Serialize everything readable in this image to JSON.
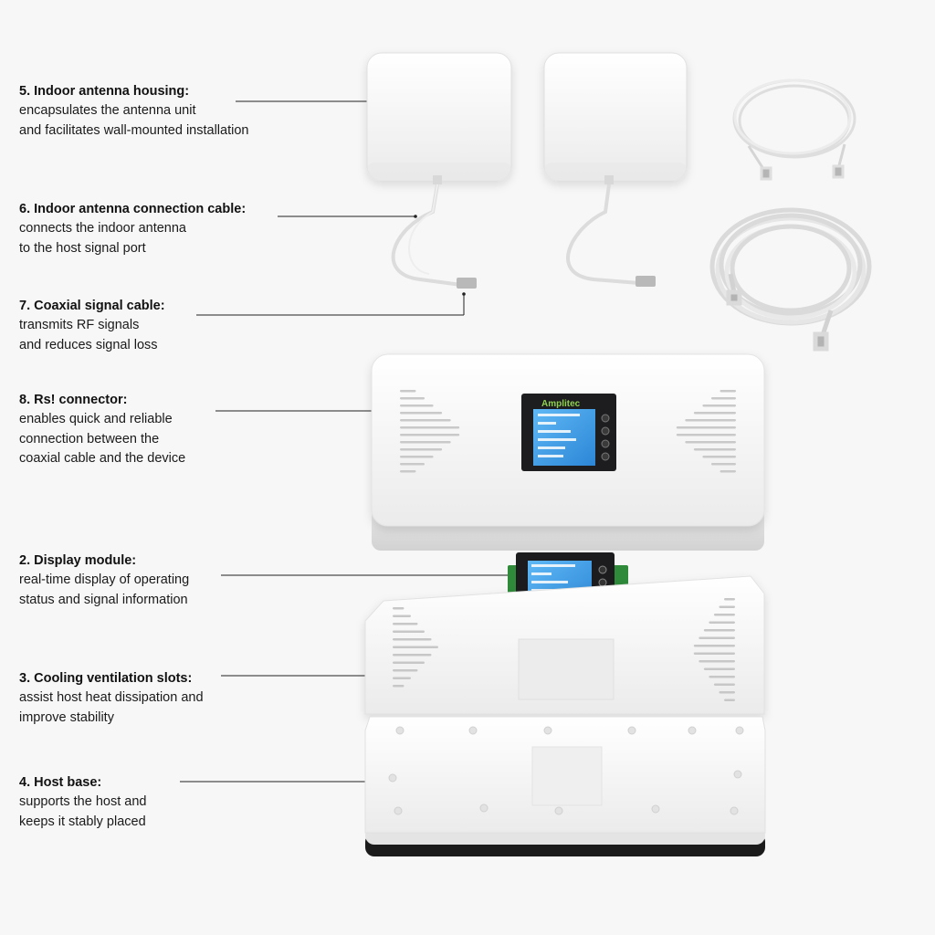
{
  "callouts": [
    {
      "id": "5",
      "title": "5. Indoor antenna housing:",
      "desc": "encapsulates the antenna unit\nand facilitates wall-mounted installation"
    },
    {
      "id": "6",
      "title": "6. Indoor antenna connection cable:",
      "desc": "connects the indoor antenna\nto the host signal port"
    },
    {
      "id": "7",
      "title": "7. Coaxial signal cable:",
      "desc": "transmits RF signals\nand reduces signal loss"
    },
    {
      "id": "8",
      "title": "8. Rs! connector:",
      "desc": "enables quick and reliable\nconnection between the\ncoaxial cable and the device"
    },
    {
      "id": "2",
      "title": "2. Display module:",
      "desc": "real-time display of operating\nstatus and signal information"
    },
    {
      "id": "3",
      "title": "3. Cooling ventilation slots:",
      "desc": "assist host heat dissipation and\nimprove stability"
    },
    {
      "id": "4",
      "title": "4. Host base:",
      "desc": "supports the host and\nkeeps it stably placed"
    }
  ],
  "device": {
    "brand": "Amplitec"
  },
  "colors": {
    "background": "#f7f7f7",
    "housing": "#ffffff",
    "lcd": "#3fa0e8",
    "pcb": "#2f8a3a",
    "leader": "#222222"
  }
}
